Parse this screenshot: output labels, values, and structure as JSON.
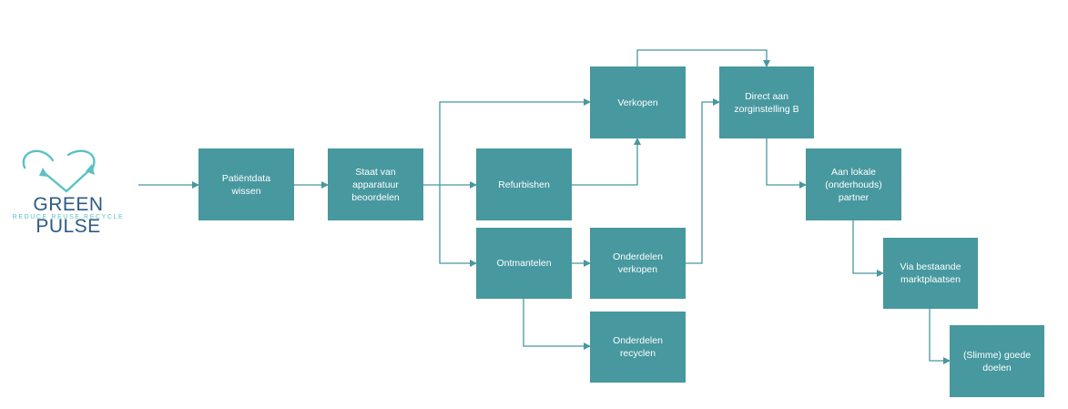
{
  "logo": {
    "title": "GREEN PULSE",
    "tagline": "REDUCE REUSE RECYCLE",
    "colors": {
      "title": "#2d5b86",
      "accent": "#5cc1c3"
    }
  },
  "colors": {
    "node": "#47989f",
    "edge": "#47989f"
  },
  "nodes": {
    "patientdata": "Patiëntdata wissen",
    "staat": "Staat van apparatuur beoordelen",
    "refurbishen": "Refurbishen",
    "ontmantelen": "Ontmantelen",
    "verkopen": "Verkopen",
    "onderdelen_verkopen": "Onderdelen verkopen",
    "onderdelen_recyclen": "Onderdelen recyclen",
    "direct": "Direct aan zorginstelling B",
    "lokale": "Aan lokale (onderhouds) partner",
    "markt": "Via bestaande marktplaatsen",
    "doelen": "(Slimme) goede doelen"
  }
}
